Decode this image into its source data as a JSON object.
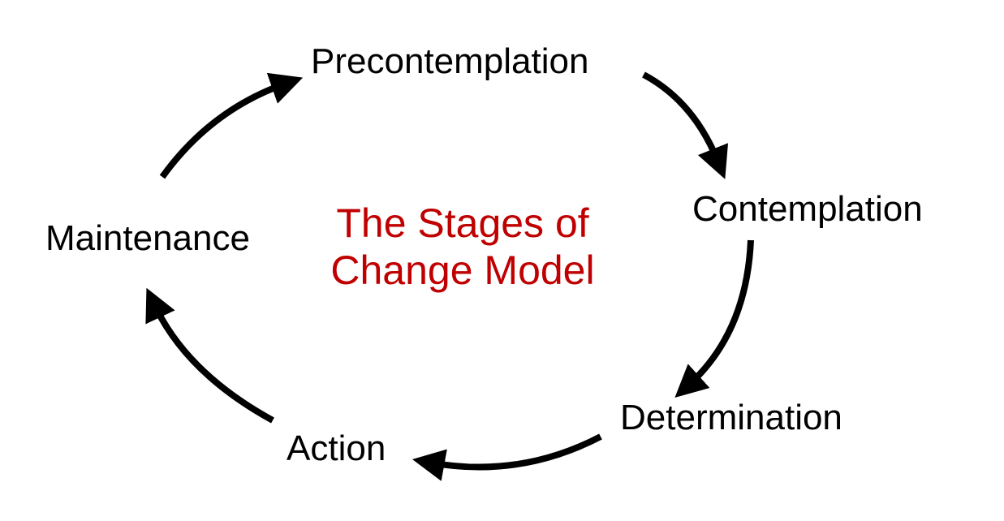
{
  "title": {
    "line1": "The Stages of",
    "line2": "Change Model",
    "color": "#c00000"
  },
  "stages": [
    {
      "label": "Precontemplation"
    },
    {
      "label": "Contemplation"
    },
    {
      "label": "Determination"
    },
    {
      "label": "Action"
    },
    {
      "label": "Maintenance"
    }
  ],
  "arrow_color": "#000000"
}
